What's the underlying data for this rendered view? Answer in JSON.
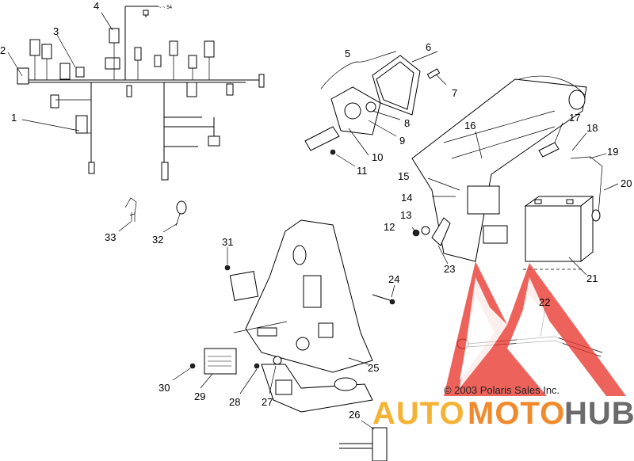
{
  "diagram": {
    "callouts": [
      {
        "id": "callout-1",
        "label": "1"
      },
      {
        "id": "callout-2",
        "label": "2"
      },
      {
        "id": "callout-3",
        "label": "3"
      },
      {
        "id": "callout-4",
        "label": "4"
      },
      {
        "id": "callout-5",
        "label": "5"
      },
      {
        "id": "callout-6",
        "label": "6"
      },
      {
        "id": "callout-7",
        "label": "7"
      },
      {
        "id": "callout-8",
        "label": "8"
      },
      {
        "id": "callout-9",
        "label": "9"
      },
      {
        "id": "callout-10",
        "label": "10"
      },
      {
        "id": "callout-11",
        "label": "11"
      },
      {
        "id": "callout-12",
        "label": "12"
      },
      {
        "id": "callout-13",
        "label": "13"
      },
      {
        "id": "callout-14",
        "label": "14"
      },
      {
        "id": "callout-15",
        "label": "15"
      },
      {
        "id": "callout-16",
        "label": "16"
      },
      {
        "id": "callout-17",
        "label": "17"
      },
      {
        "id": "callout-18",
        "label": "18"
      },
      {
        "id": "callout-19",
        "label": "19"
      },
      {
        "id": "callout-20",
        "label": "20"
      },
      {
        "id": "callout-21",
        "label": "21"
      },
      {
        "id": "callout-22",
        "label": "22"
      },
      {
        "id": "callout-23",
        "label": "23"
      },
      {
        "id": "callout-24",
        "label": "24"
      },
      {
        "id": "callout-25",
        "label": "25"
      },
      {
        "id": "callout-26",
        "label": "26"
      },
      {
        "id": "callout-27",
        "label": "27"
      },
      {
        "id": "callout-28",
        "label": "28"
      },
      {
        "id": "callout-29",
        "label": "29"
      },
      {
        "id": "callout-30",
        "label": "30"
      },
      {
        "id": "callout-31",
        "label": "31"
      },
      {
        "id": "callout-32",
        "label": "32"
      },
      {
        "id": "callout-33",
        "label": "33"
      }
    ],
    "copyright": "© 2003 Polaris Sales Inc."
  },
  "watermark": {
    "word_1": "AUTO",
    "word_2": "MOTO",
    "word_3": "HUB",
    "colors": {
      "triangle": "#e8382f",
      "auto": "#f5b335",
      "moto": "#f08a2c",
      "hub": "#6b6b6b"
    }
  }
}
